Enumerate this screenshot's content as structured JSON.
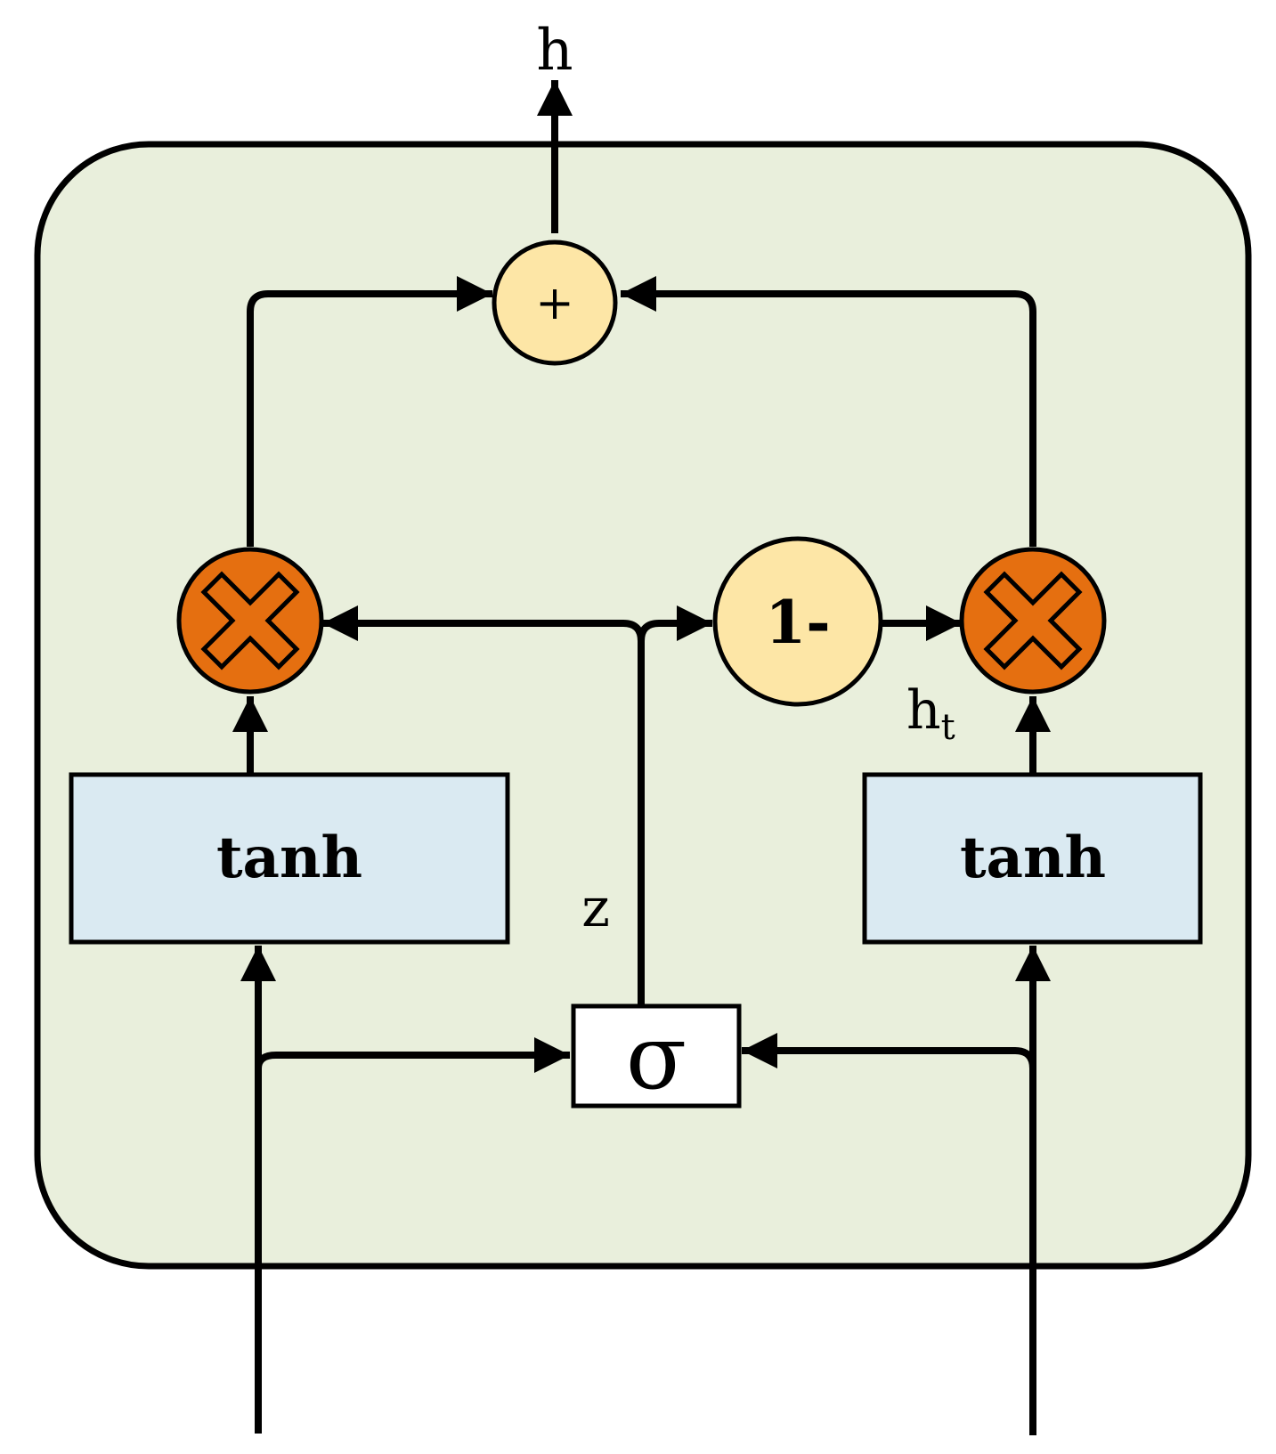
{
  "labels": {
    "output": "h",
    "sum_op": "+",
    "one_minus": "1-",
    "left_activation": "tanh",
    "right_activation": "tanh",
    "gate": "σ",
    "gate_signal": "z",
    "hidden_base": "h",
    "hidden_sub": "t"
  },
  "colors": {
    "cell_fill": "#e9efdc",
    "stroke": "#000000",
    "sum_fill": "#fde6a6",
    "one_minus_fill": "#fde6a6",
    "multiply_fill": "#e56f10",
    "tanh_fill": "#daeaf2",
    "gate_fill": "#ffffff"
  },
  "icons": {
    "multiply": "multiply-icon"
  }
}
